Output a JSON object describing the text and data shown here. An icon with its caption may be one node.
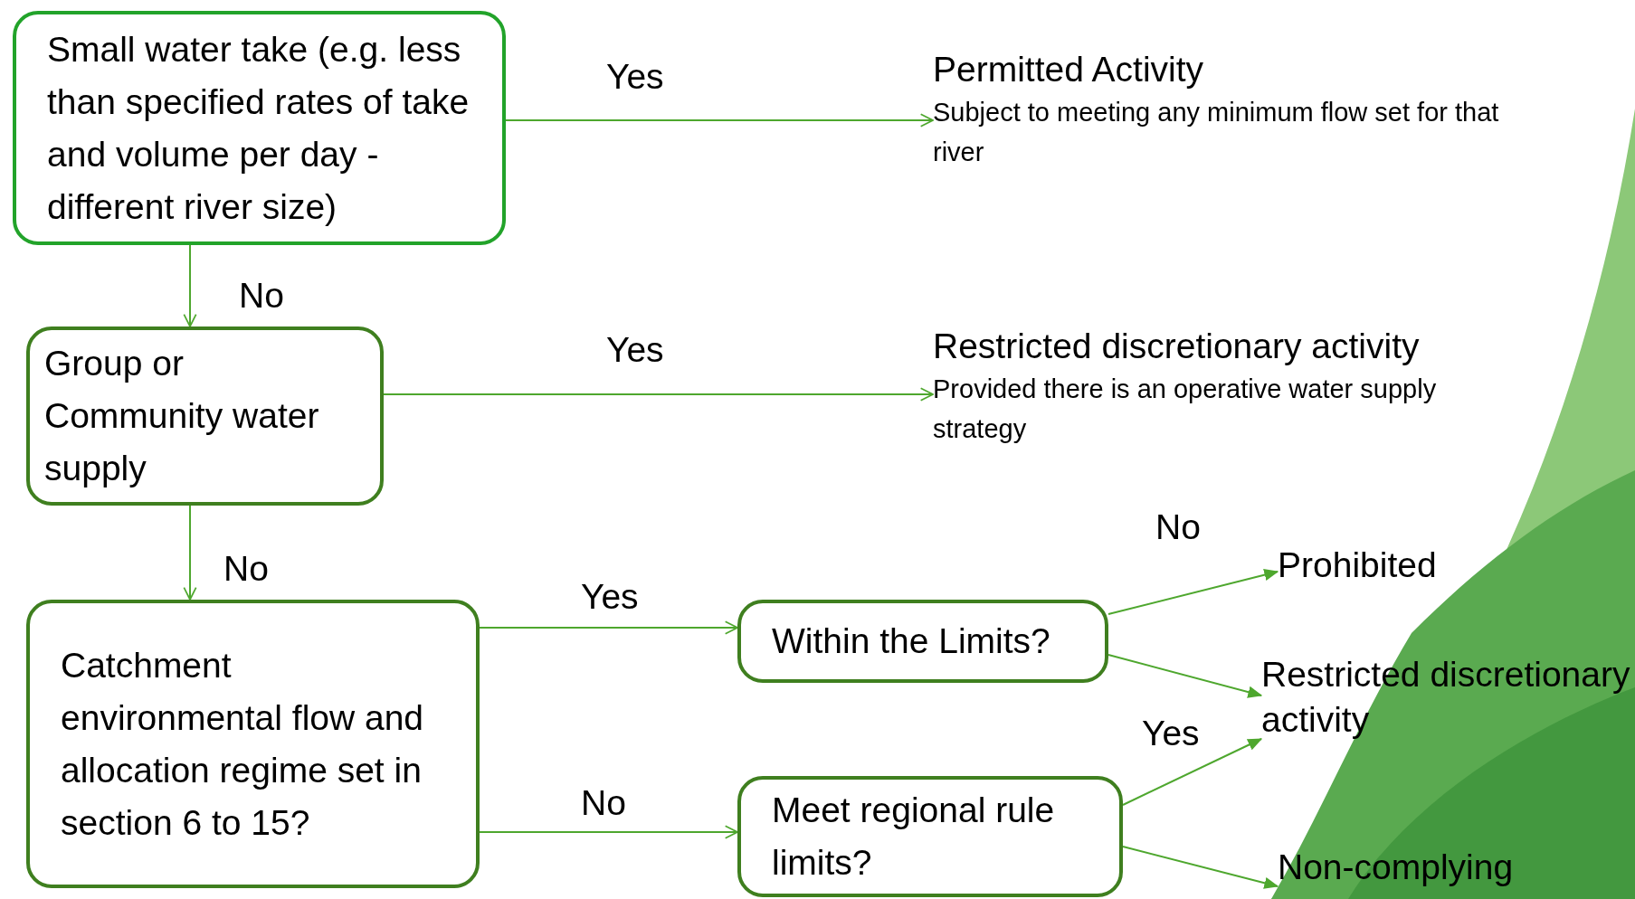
{
  "diagram": {
    "nodes": [
      {
        "text": [
          "Small water take (e.g. less than specified rates of take and volume per day - different river size)"
        ]
      },
      {
        "text": [
          "Group or Community water supply"
        ]
      },
      {
        "text": [
          "Catchment environmental flow and allocation regime set in section 6 to 15?"
        ]
      },
      {
        "text": [
          "Within the Limits?"
        ]
      },
      {
        "text": [
          "Meet regional rule limits?"
        ]
      },
      {
        "text": [
          "Permitted Activity",
          "Subject to meeting any minimum flow set for that river"
        ]
      },
      {
        "text": [
          "Restricted discretionary activity",
          "Provided there is an operative water supply strategy"
        ]
      },
      {
        "text": [
          "Prohibited"
        ]
      },
      {
        "text": [
          "Restricted discretionary activity"
        ]
      },
      {
        "text": [
          "Non-complying"
        ]
      }
    ],
    "edges": [
      {
        "from": 0,
        "to": 5,
        "arrow": "to",
        "label": "Yes"
      },
      {
        "from": 0,
        "to": 1,
        "arrow": "to",
        "label": "No"
      },
      {
        "from": 1,
        "to": 6,
        "arrow": "to",
        "label": "Yes"
      },
      {
        "from": 1,
        "to": 2,
        "arrow": "to",
        "label": "No"
      },
      {
        "from": 2,
        "to": 3,
        "arrow": "to",
        "label": "Yes"
      },
      {
        "from": 2,
        "to": 4,
        "arrow": "to",
        "label": "No"
      },
      {
        "from": 3,
        "to": 7,
        "arrow": "to",
        "label": "No"
      },
      {
        "from": 3,
        "to": 8,
        "arrow": "to"
      },
      {
        "from": 4,
        "to": 8,
        "arrow": "to",
        "label": "Yes"
      },
      {
        "from": 4,
        "to": 9,
        "arrow": "to"
      }
    ]
  }
}
